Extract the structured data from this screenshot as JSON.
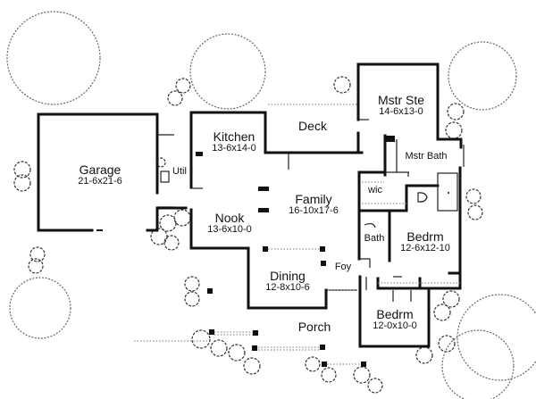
{
  "floor_plan": {
    "rooms": [
      {
        "id": "garage",
        "name": "Garage",
        "dimensions": "21-6x21-6"
      },
      {
        "id": "util",
        "name": "Util",
        "dimensions": ""
      },
      {
        "id": "kitchen",
        "name": "Kitchen",
        "dimensions": "13-6x14-0"
      },
      {
        "id": "deck",
        "name": "Deck",
        "dimensions": ""
      },
      {
        "id": "mstr-ste",
        "name": "Mstr Ste",
        "dimensions": "14-6x13-0"
      },
      {
        "id": "mstr-bath",
        "name": "Mstr Bath",
        "dimensions": ""
      },
      {
        "id": "wic",
        "name": "wic",
        "dimensions": ""
      },
      {
        "id": "family",
        "name": "Family",
        "dimensions": "16-10x17-6"
      },
      {
        "id": "nook",
        "name": "Nook",
        "dimensions": "13-6x10-0"
      },
      {
        "id": "bath",
        "name": "Bath",
        "dimensions": ""
      },
      {
        "id": "bedrm-1",
        "name": "Bedrm",
        "dimensions": "12-6x12-10"
      },
      {
        "id": "dining",
        "name": "Dining",
        "dimensions": "12-8x10-6"
      },
      {
        "id": "foy",
        "name": "Foy",
        "dimensions": ""
      },
      {
        "id": "porch",
        "name": "Porch",
        "dimensions": ""
      },
      {
        "id": "bedrm-2",
        "name": "Bedrm",
        "dimensions": "12-0x10-0"
      }
    ]
  }
}
